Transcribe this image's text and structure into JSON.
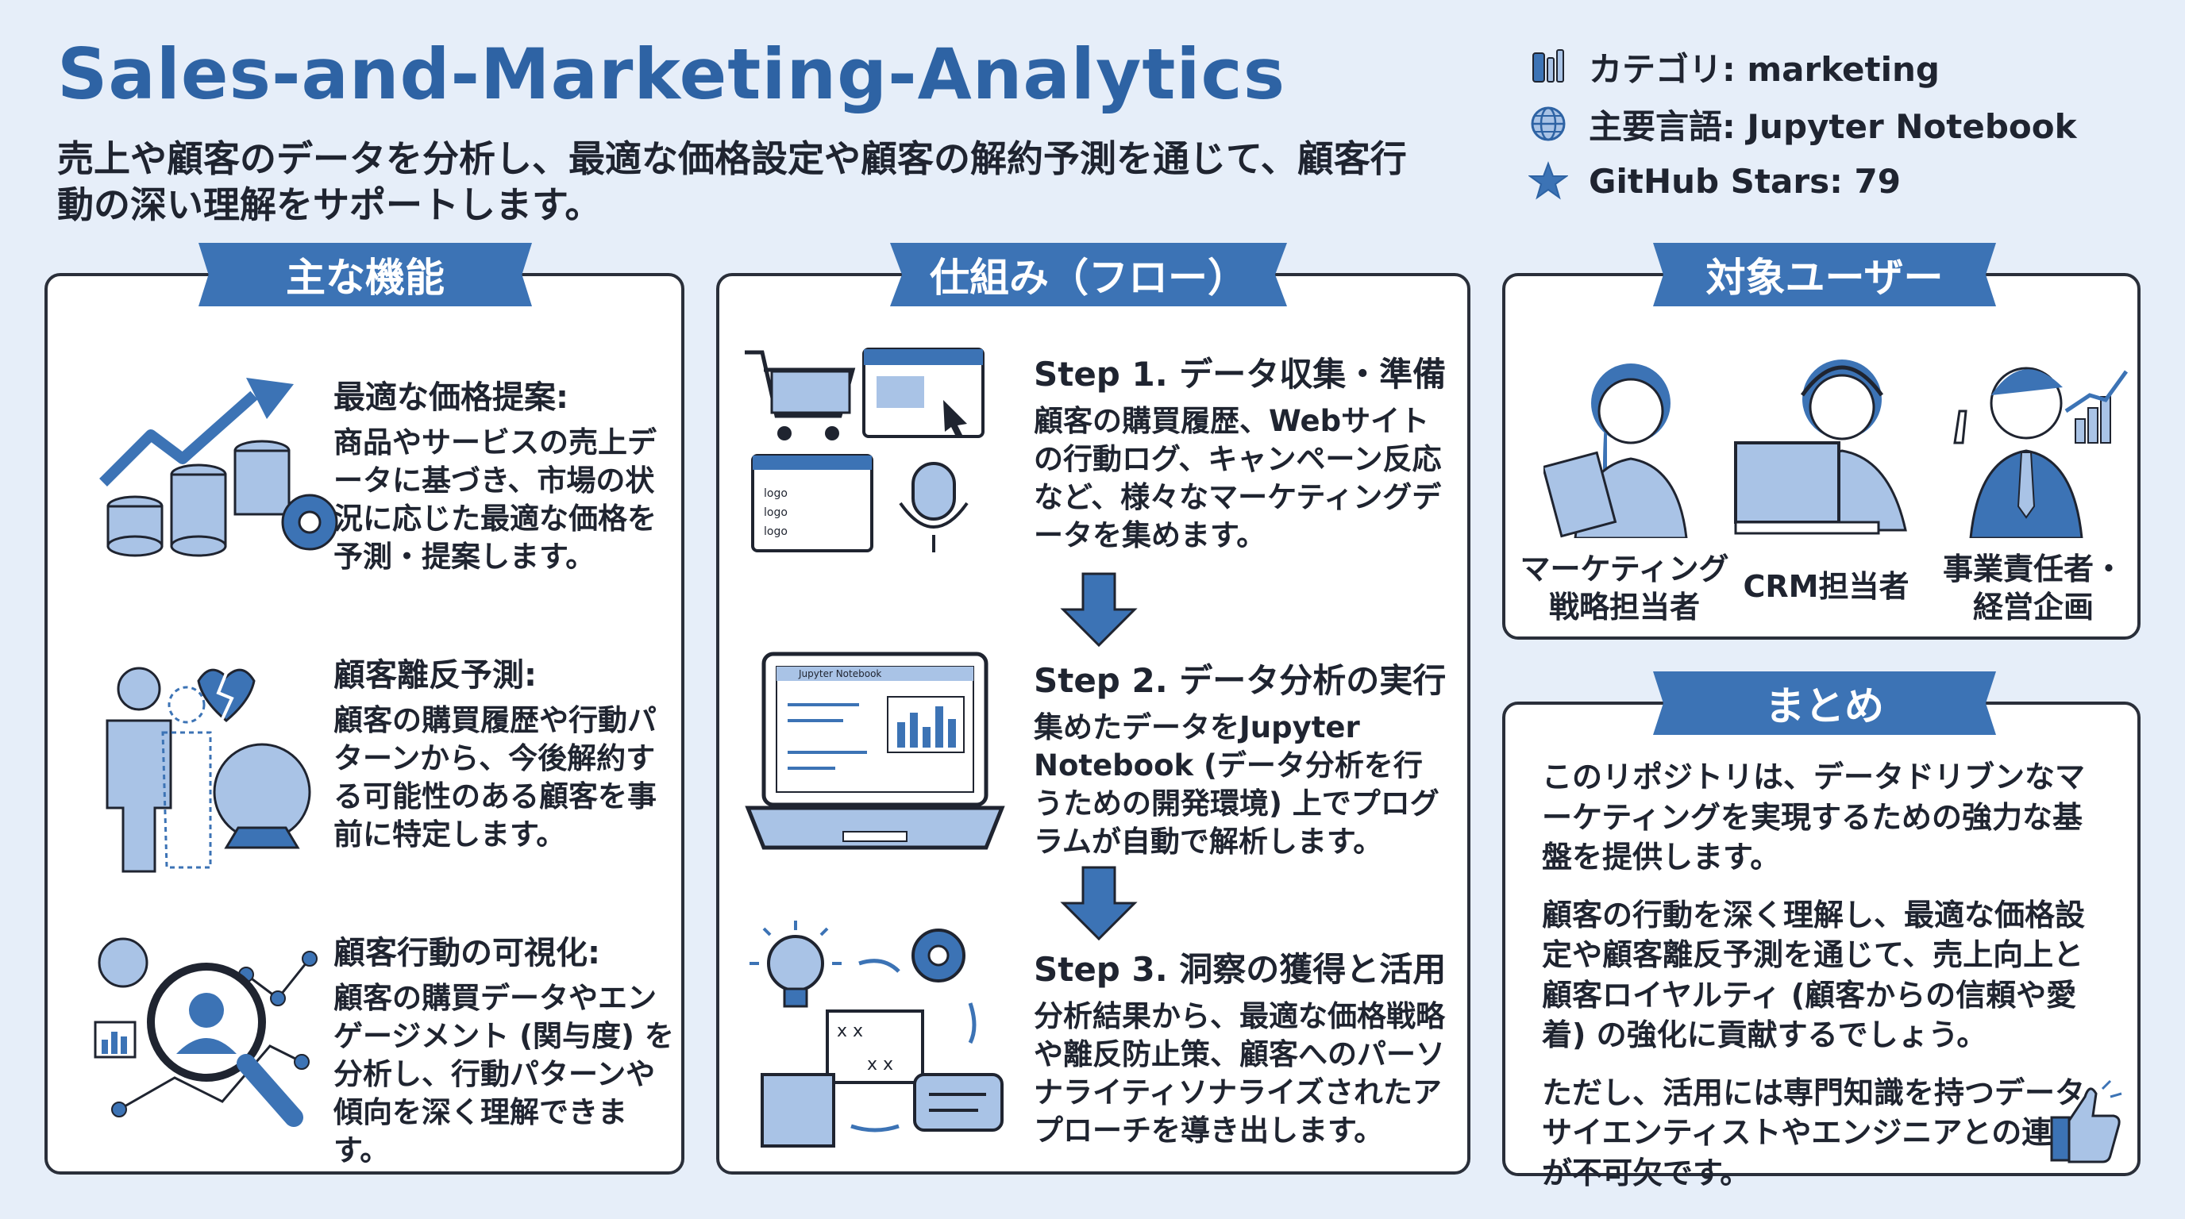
{
  "header": {
    "title": "Sales-and-Marketing-Analytics",
    "subtitle": "売上や顧客のデータを分析し、最適な価格設定や顧客の解約予測を通じて、顧客行動の深い理解をサポートします。"
  },
  "meta": {
    "category": "カテゴリ: marketing",
    "language": "主要言語: Jupyter Notebook",
    "stars": "GitHub Stars: 79"
  },
  "features": {
    "heading": "主な機能",
    "items": [
      {
        "title": "最適な価格提案:",
        "text": "商品やサービスの売上データに基づき、市場の状況に応じた最適な価格を予測・提案します。"
      },
      {
        "title": "顧客離反予測:",
        "text": "顧客の購買履歴や行動パターンから、今後解約する可能性のある顧客を事前に特定します。"
      },
      {
        "title": "顧客行動の可視化:",
        "text": "顧客の購買データやエンゲージメント (関与度) を分析し、行動パターンや傾向を深く理解できます。"
      }
    ]
  },
  "flow": {
    "heading": "仕組み（フロー）",
    "steps": [
      {
        "title": "Step 1. データ収集・準備",
        "text": "顧客の購買履歴、Webサイトの行動ログ、キャンペーン反応など、様々なマーケティングデータを集めます。"
      },
      {
        "title": "Step 2. データ分析の実行",
        "text": "集めたデータをJupyter Notebook (データ分析を行うための開発環境) 上でプログラムが自動で解析します。"
      },
      {
        "title": "Step 3. 洞察の獲得と活用",
        "text": "分析結果から、最適な価格戦略や離反防止策、顧客へのパーソナライティソナライズされたアプローチを導き出します。"
      }
    ],
    "logo_labels": [
      "logo",
      "logo",
      "logo"
    ],
    "notebook_label": "Jupyter Notebook"
  },
  "users": {
    "heading": "対象ユーザー",
    "items": [
      {
        "label": "マーケティング\n戦略担当者"
      },
      {
        "label": "CRM担当者"
      },
      {
        "label": "事業責任者・\n経営企画"
      }
    ]
  },
  "summary": {
    "heading": "まとめ",
    "paragraphs": [
      "このリポジトリは、データドリブンなマーケティングを実現するための強力な基盤を提供します。",
      "顧客の行動を深く理解し、最適な価格設定や顧客離反予測を通じて、売上向上と顧客ロイヤルティ (顧客からの信頼や愛着) の強化に貢献するでしょう。",
      "ただし、活用には専門知識を持つデータサイエンティストやエンジニアとの連携が不可欠です。"
    ]
  },
  "colors": {
    "accent": "#3c73b5",
    "title": "#2e63a4",
    "icon_fill": "#a9c3e6",
    "background": "#e6eef9"
  }
}
